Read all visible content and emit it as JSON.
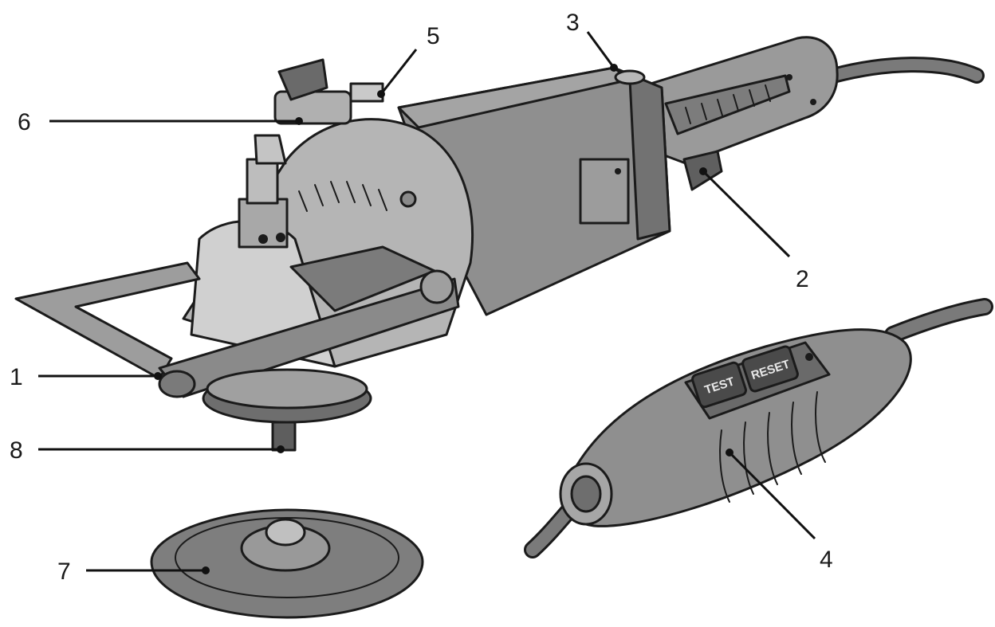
{
  "diagram": {
    "callouts": [
      {
        "id": "1",
        "label": "1"
      },
      {
        "id": "2",
        "label": "2"
      },
      {
        "id": "3",
        "label": "3"
      },
      {
        "id": "4",
        "label": "4"
      },
      {
        "id": "5",
        "label": "5"
      },
      {
        "id": "6",
        "label": "6"
      },
      {
        "id": "7",
        "label": "7"
      },
      {
        "id": "8",
        "label": "8"
      }
    ],
    "pcb_buttons": {
      "test": "TEST",
      "reset": "RESET"
    },
    "colors": {
      "tool_body": "#8f8f8f",
      "tool_dark": "#6e6e6e",
      "tool_light": "#c8c8c8",
      "outline": "#1b1b1b",
      "background": "#ffffff"
    }
  }
}
